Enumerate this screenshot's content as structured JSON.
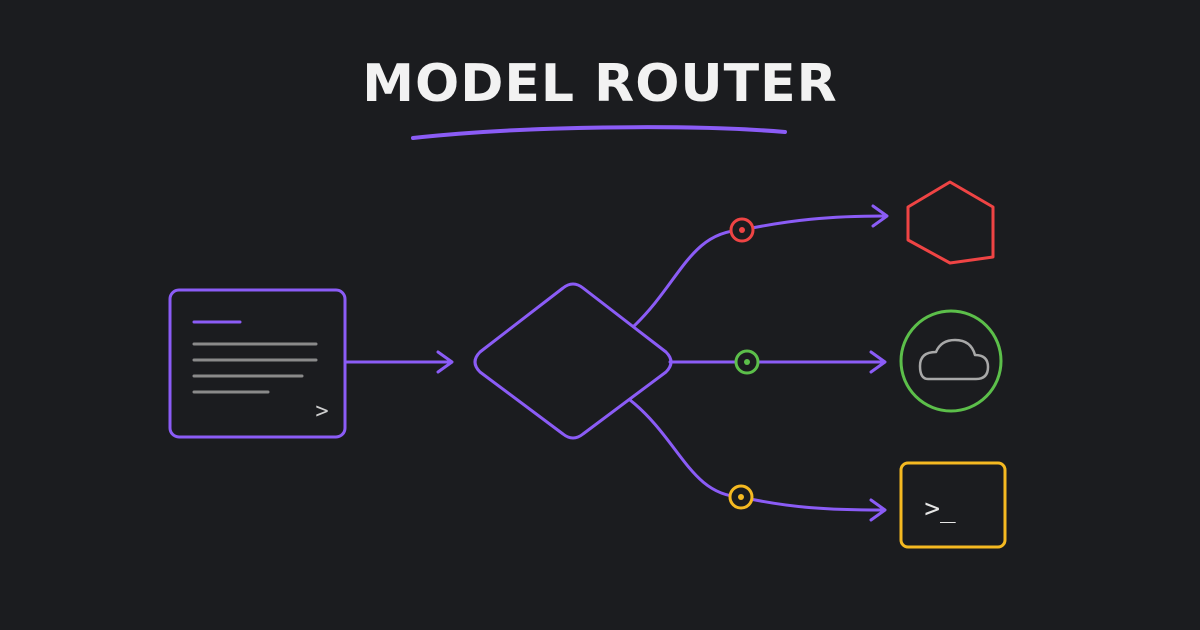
{
  "title": "MODEL ROUTER",
  "colors": {
    "background": "#1b1c1f",
    "accent": "#8b5cf6",
    "route_red": "#ef4444",
    "route_green": "#5cbf4a",
    "route_yellow": "#f5b921",
    "text_light": "#e6e6e6",
    "text_lines": "#8a8a8a"
  },
  "input": {
    "prompt_glyph": ">"
  },
  "router": {
    "shape": "diamond"
  },
  "routes": [
    {
      "id": "red",
      "color": "#ef4444",
      "target_icon": "hexagon-icon"
    },
    {
      "id": "green",
      "color": "#5cbf4a",
      "target_icon": "cloud-icon"
    },
    {
      "id": "yellow",
      "color": "#f5b921",
      "target_icon": "terminal-icon"
    }
  ],
  "terminal": {
    "prompt_glyph": ">_"
  }
}
